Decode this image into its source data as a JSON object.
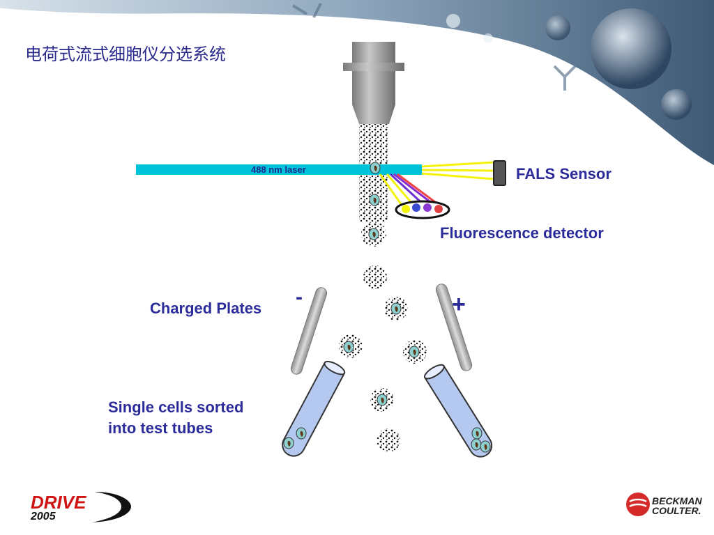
{
  "slide": {
    "title": "电荷式流式细胞仪分选系统"
  },
  "diagram": {
    "laser_label": "488 nm laser",
    "fals_sensor_label": "FALS Sensor",
    "fluorescence_detector_label": "Fluorescence detector",
    "charged_plates_label": "Charged Plates",
    "minus_sign": "-",
    "plus_sign": "+",
    "sorted_label_line1": "Single cells sorted",
    "sorted_label_line2": "into test tubes"
  },
  "colors": {
    "title": "#2a2a8c",
    "labels": "#2b2b9a",
    "laser": "#00c3da",
    "tube": "#b4c8f0",
    "plate": "#a8a8a8",
    "header": "#4a6a8a"
  },
  "logos": {
    "event": "DRIVE 2005",
    "company_line1": "BECKMAN",
    "company_line2": "COULTER."
  }
}
